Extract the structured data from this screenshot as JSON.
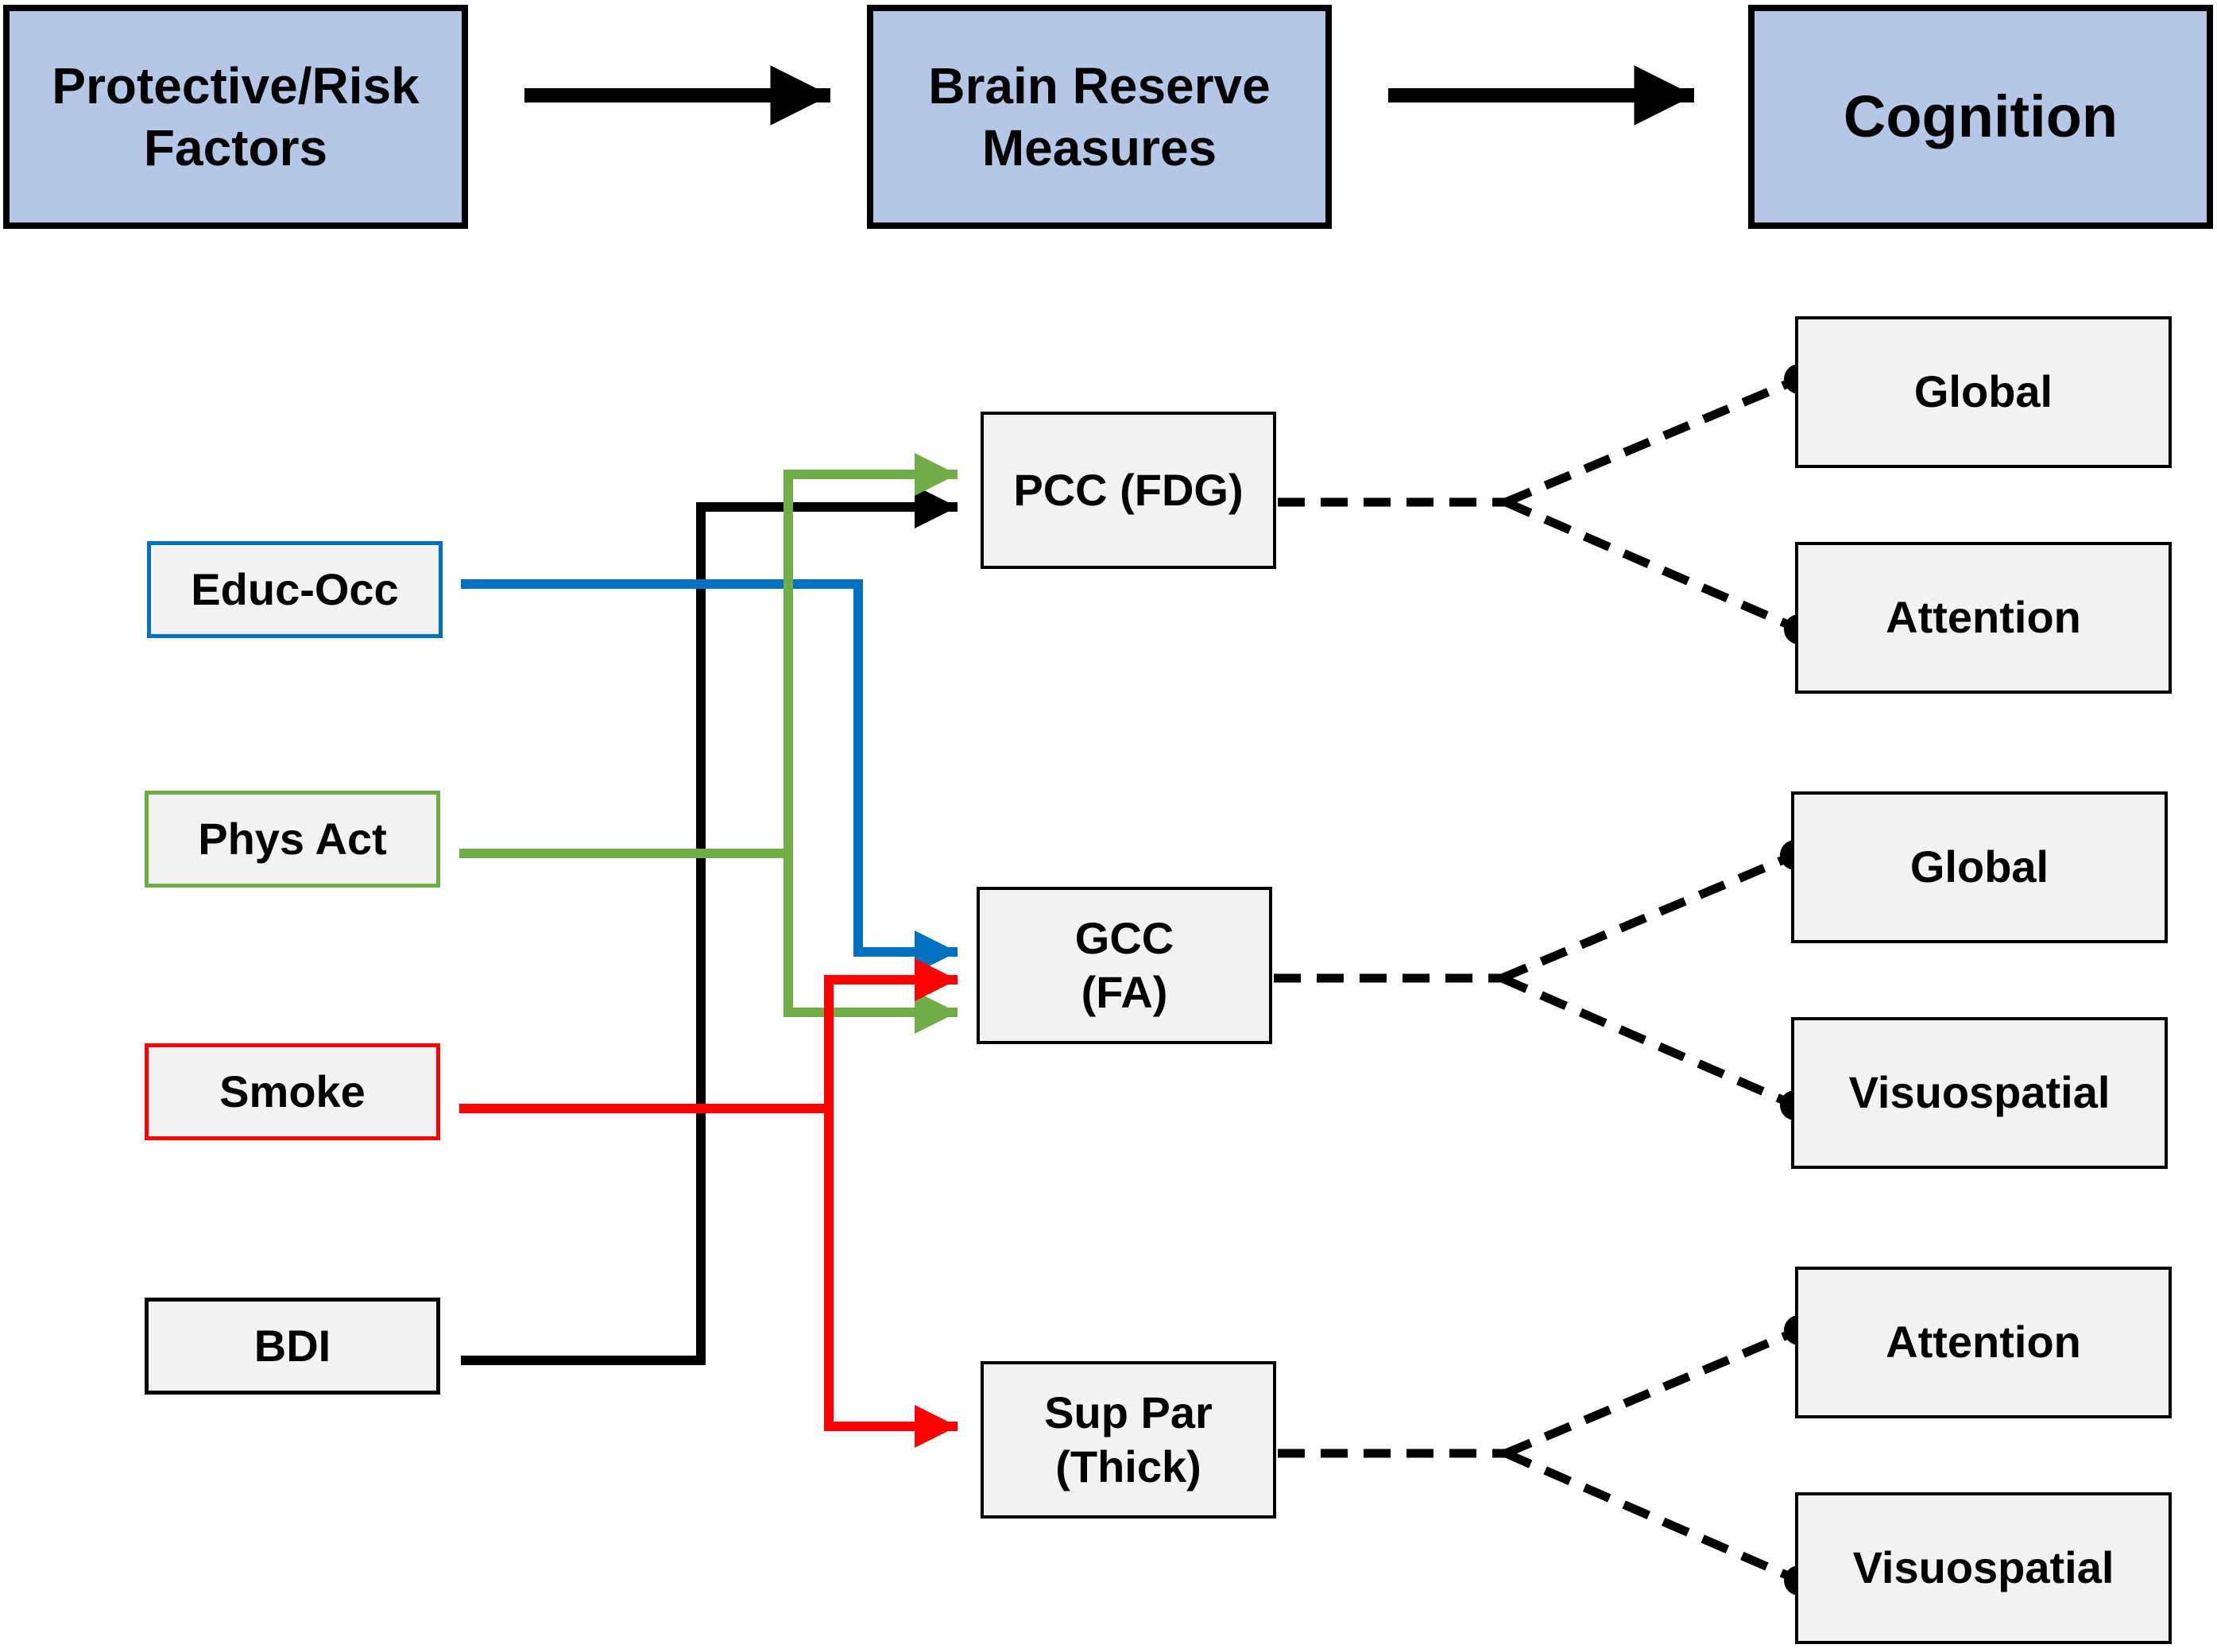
{
  "headers": {
    "factors": "Protective/Risk\nFactors",
    "brain": "Brain Reserve\nMeasures",
    "cognition": "Cognition"
  },
  "factors": {
    "educ": "Educ-Occ",
    "phys": "Phys Act",
    "smoke": "Smoke",
    "bdi": "BDI"
  },
  "brain_measures": {
    "pcc": "PCC (FDG)",
    "gcc": "GCC\n(FA)",
    "suppar": "Sup Par\n(Thick)"
  },
  "cognition_outcomes": {
    "pcc_1": "Global",
    "pcc_2": "Attention",
    "gcc_1": "Global",
    "gcc_2": "Visuospatial",
    "sup_1": "Attention",
    "sup_2": "Visuospatial"
  },
  "colors": {
    "header_fill": "#b4c7e7",
    "box_fill": "#f2f2f2",
    "educ": "#0070c0",
    "phys": "#70ad47",
    "smoke": "#ff0000",
    "bdi": "#000000"
  }
}
